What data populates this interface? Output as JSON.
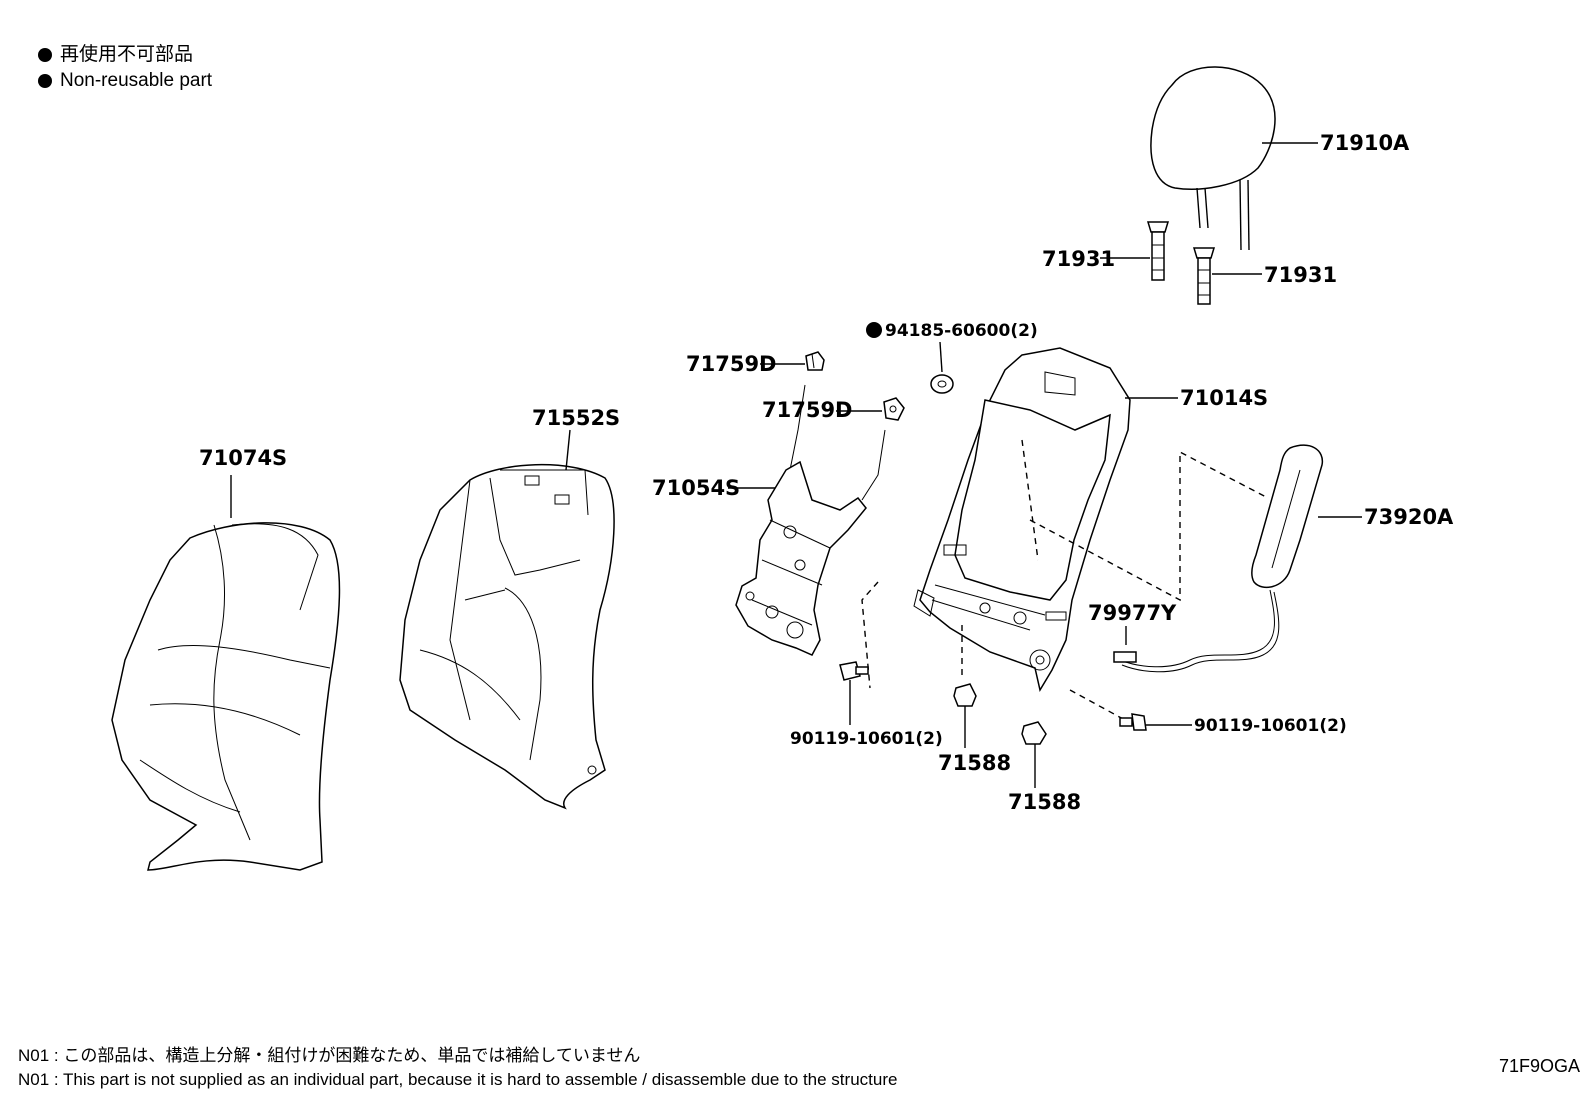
{
  "legend": {
    "items": [
      {
        "symbol": "filled-circle-icon",
        "text": "再使用不可部品"
      },
      {
        "symbol": "filled-circle-icon",
        "text": "Non-reusable part"
      }
    ]
  },
  "parts": {
    "p71910A": "71910A",
    "p71931_left": "71931",
    "p71931_right": "71931",
    "p94185": "94185-60600(2)",
    "p71759D_top": "71759D",
    "p71759D_mid": "71759D",
    "p71014S": "71014S",
    "p71552S": "71552S",
    "p71074S": "71074S",
    "p71054S": "71054S",
    "p73920A": "73920A",
    "p79977Y": "79977Y",
    "p90119_left": "90119-10601(2)",
    "p90119_right": "90119-10601(2)",
    "p71588_left": "71588",
    "p71588_right": "71588"
  },
  "notes": {
    "jp": "N01 : この部品は、構造上分解・組付けが困難なため、単品では補給していません",
    "en": "N01 : This part is not supplied as an individual part, because it is hard to assemble / disassemble due to the structure"
  },
  "diagram_id": "71F9OGA"
}
